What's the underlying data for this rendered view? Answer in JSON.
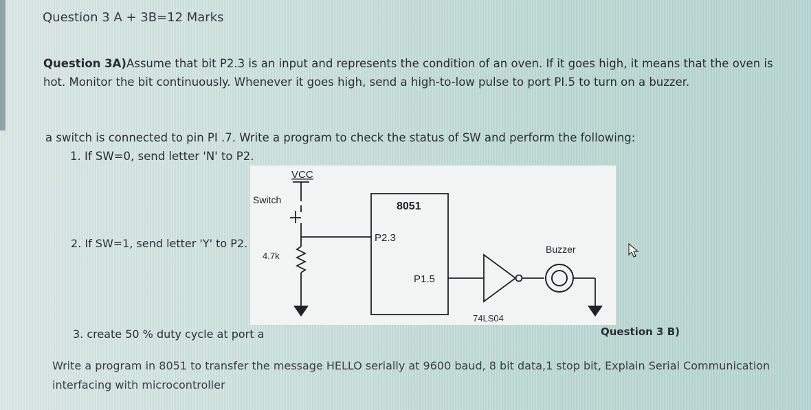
{
  "header": {
    "title": "Question 3 A + 3B=12 Marks"
  },
  "question_3a": {
    "label": "Question 3A)",
    "text": "Assume that bit P2.3 is an input and represents the condition of an oven. If it goes high, it means that the oven is hot. Monitor the bit continuously. Whenever it goes high, send a high-to-low pulse to port PI.5 to turn on a buzzer."
  },
  "switch_task": {
    "intro": "a switch is connected to pin PI .7. Write a program to check the status of SW and perform the following:",
    "item1": "1. If SW=0, send letter 'N' to P2.",
    "item2": "2. If SW=1, send letter 'Y' to P2.",
    "item3": "3. create 50 % duty cycle at port a"
  },
  "circuit": {
    "vcc": "VCC",
    "switch": "Switch",
    "resistor": "4.7k",
    "chip": "8051",
    "pin_in": "P2.3",
    "pin_out": "P1.5",
    "inverter": "74LS04",
    "buzzer": "Buzzer"
  },
  "question_3b": {
    "title": "Question 3 B)",
    "text": "Write a program in 8051 to transfer the message HELLO serially at 9600 baud, 8 bit data,1 stop bit, Explain Serial Communication interfacing with microcontroller"
  }
}
